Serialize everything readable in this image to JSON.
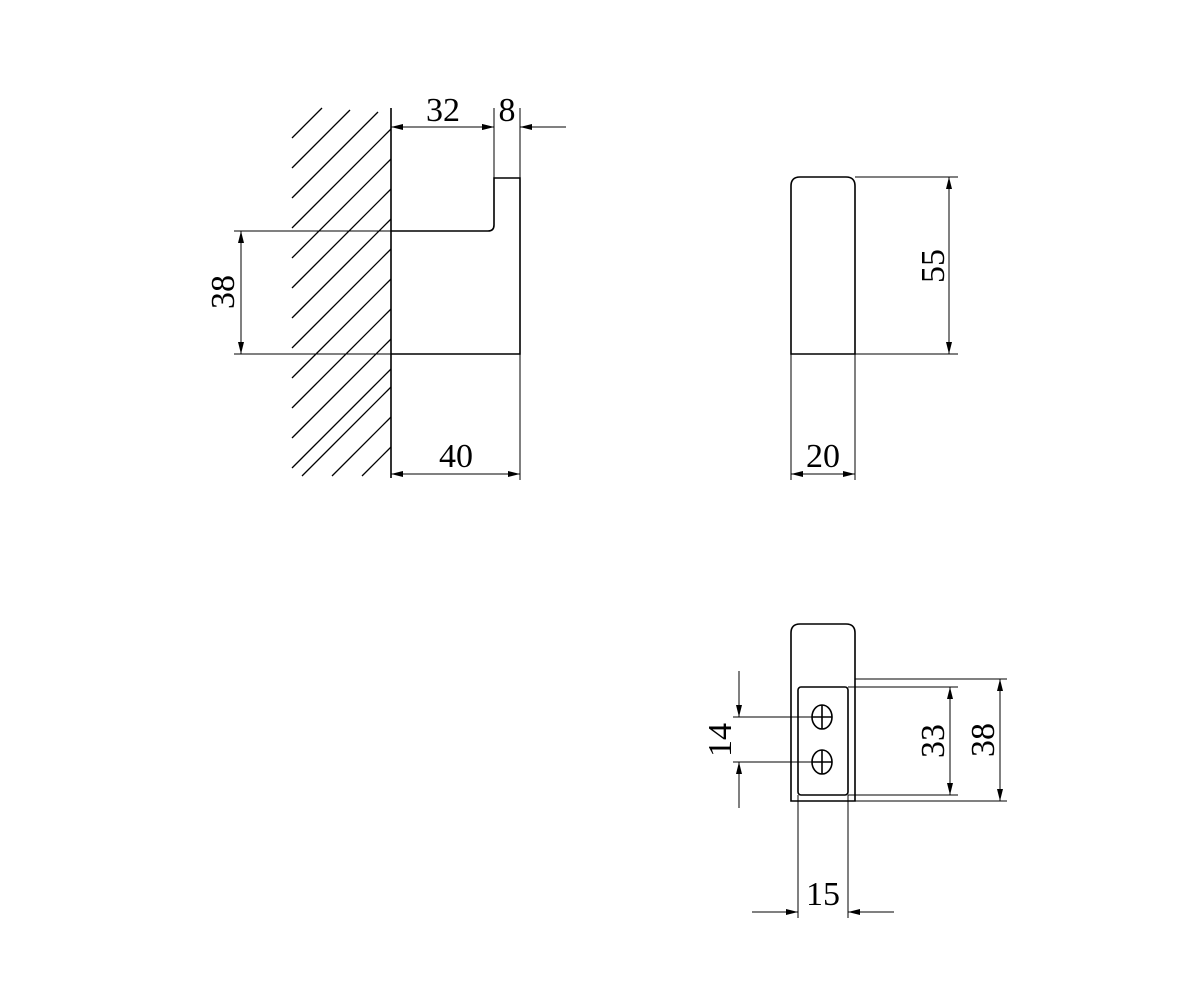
{
  "views": {
    "side": {
      "dim_top_left": "32",
      "dim_top_right": "8",
      "dim_height": "38",
      "dim_depth": "40"
    },
    "front": {
      "dim_height": "55",
      "dim_width": "20"
    },
    "back": {
      "dim_hole_spacing": "14",
      "dim_plate_height": "33",
      "dim_total_height": "38",
      "dim_plate_width": "15"
    }
  }
}
